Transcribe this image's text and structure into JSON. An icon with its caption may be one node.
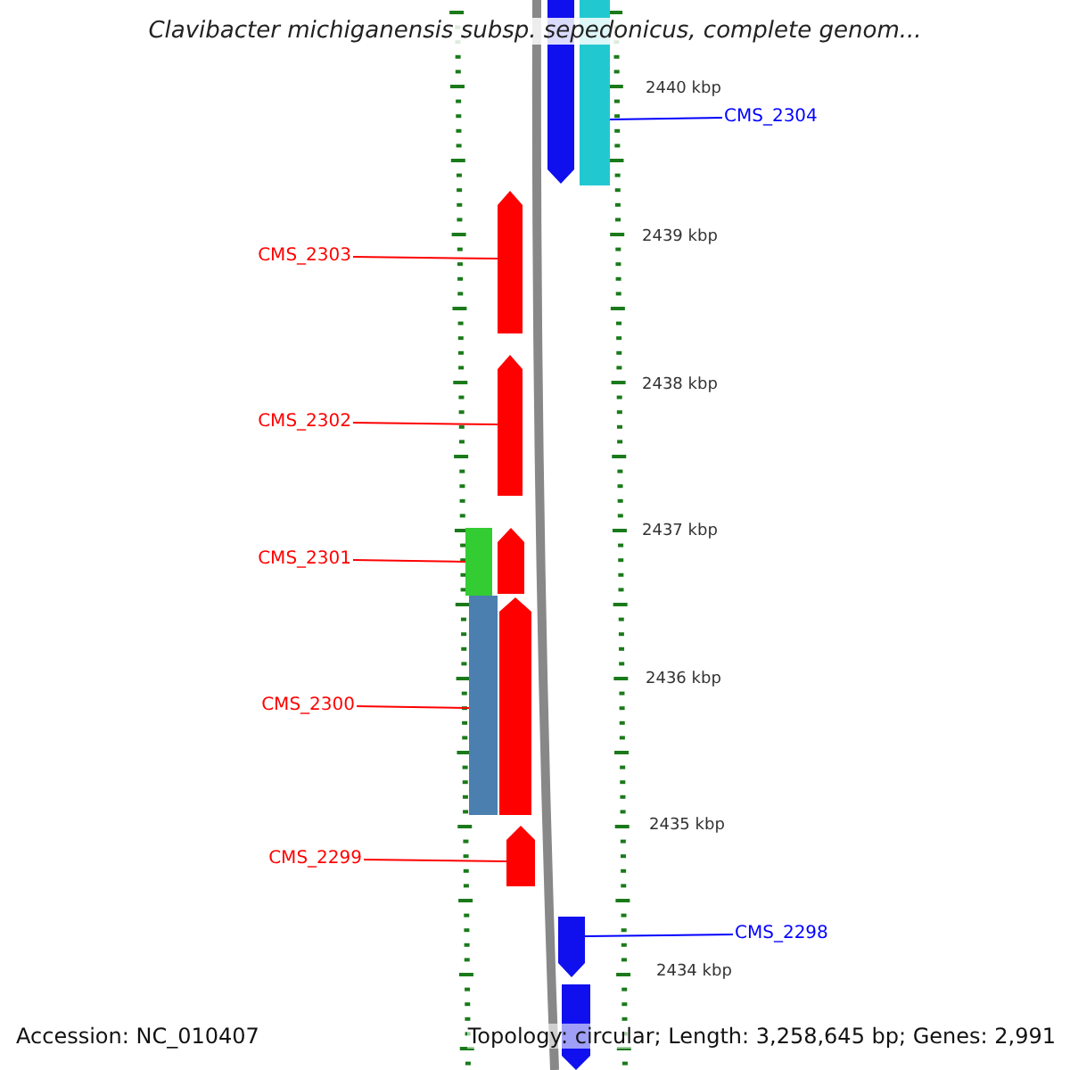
{
  "diagram": {
    "title": "Clavibacter michiganensis subsp. sepedonicus, complete genom...",
    "nodes": [
      {
        "text": [
          "CMS_2304"
        ]
      },
      {
        "text": [],
        "shape": "box"
      },
      {
        "text": [
          "CMS_2303"
        ]
      },
      {
        "text": [],
        "shape": "arrow"
      },
      {
        "text": [
          "CMS_2302"
        ]
      },
      {
        "text": [],
        "shape": "arrow"
      },
      {
        "text": [
          "CMS_2301"
        ]
      },
      {
        "text": [],
        "shape": "box"
      },
      {
        "text": [
          "CMS_2300"
        ]
      },
      {
        "text": [],
        "shape": "box"
      },
      {
        "text": [
          "CMS_2299"
        ]
      },
      {
        "text": [],
        "shape": "arrow"
      },
      {
        "text": [
          "CMS_2298"
        ]
      },
      {
        "text": [],
        "shape": "arrow"
      },
      {
        "text": [],
        "shape": "arrow"
      },
      {
        "text": [],
        "shape": "arrow"
      },
      {
        "text": [],
        "shape": "arrow"
      },
      {
        "text": [],
        "shape": "arrow"
      }
    ],
    "edges": [
      {
        "from": 0,
        "to": 1,
        "arrow": "none",
        "color": "#0000ff"
      },
      {
        "from": 2,
        "to": 3,
        "arrow": "none"
      },
      {
        "from": 4,
        "to": 5,
        "arrow": "none"
      },
      {
        "from": 6,
        "to": 7,
        "arrow": "none"
      },
      {
        "from": 8,
        "to": 9,
        "arrow": "none"
      },
      {
        "from": 10,
        "to": 11,
        "arrow": "none"
      },
      {
        "from": 12,
        "to": 13,
        "arrow": "none",
        "color": "#0000ff"
      }
    ],
    "labels": [
      "2440 kbp",
      "2439 kbp",
      "2438 kbp",
      "2437 kbp",
      "2436 kbp",
      "2435 kbp",
      "2434 kbp",
      "Accession: NC_010407",
      "Topology: circular; Length: 3,258,645 bp; Genes: 2,991"
    ]
  }
}
